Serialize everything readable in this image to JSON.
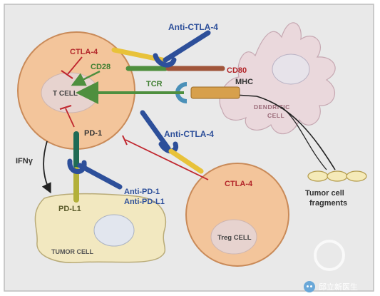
{
  "labels": {
    "anti_ctla4_top": "Anti-CTLA-4",
    "ctla4_tcell": "CTLA-4",
    "cd28": "CD28",
    "cd80": "CD80",
    "tcr": "TCR",
    "mhc": "MHC",
    "t_cell": "T CELL",
    "dendritic_line1": "DENDRITIC",
    "dendritic_line2": "CELL",
    "pd1": "PD-1",
    "anti_ctla4_mid": "Anti-CTLA-4",
    "ifn": "IFNγ",
    "ctla4_treg": "CTLA-4",
    "anti_pd1": "Anti-PD-1",
    "anti_pdl1": "Anti-PD-L1",
    "pdl1": "PD-L1",
    "tumor_cell": "TUMOR CELL",
    "treg_cell": "Treg CELL",
    "fragments_line1": "Tumor cell",
    "fragments_line2": "fragments",
    "watermark": "邱立新医生"
  },
  "colors": {
    "frame_bg": "#e9e9e9",
    "cell_fill": "#f3c59b",
    "cell_stroke": "#c98a58",
    "nucleus": "#e7d3cf",
    "dendritic_fill": "#ead8dc",
    "tumor_fill": "#f2e8c0",
    "antibody_blue": "#2d4f9a",
    "ctla4_yellow": "#e8c23a",
    "cd28_green": "#4e8f3e",
    "cd80_brown": "#a0553a",
    "pd1_teal": "#1f6b55",
    "inhibit_red": "#c0262e",
    "label_red": "#b3262a",
    "label_blue": "#2d4f9a",
    "label_green": "#3f7f31"
  }
}
